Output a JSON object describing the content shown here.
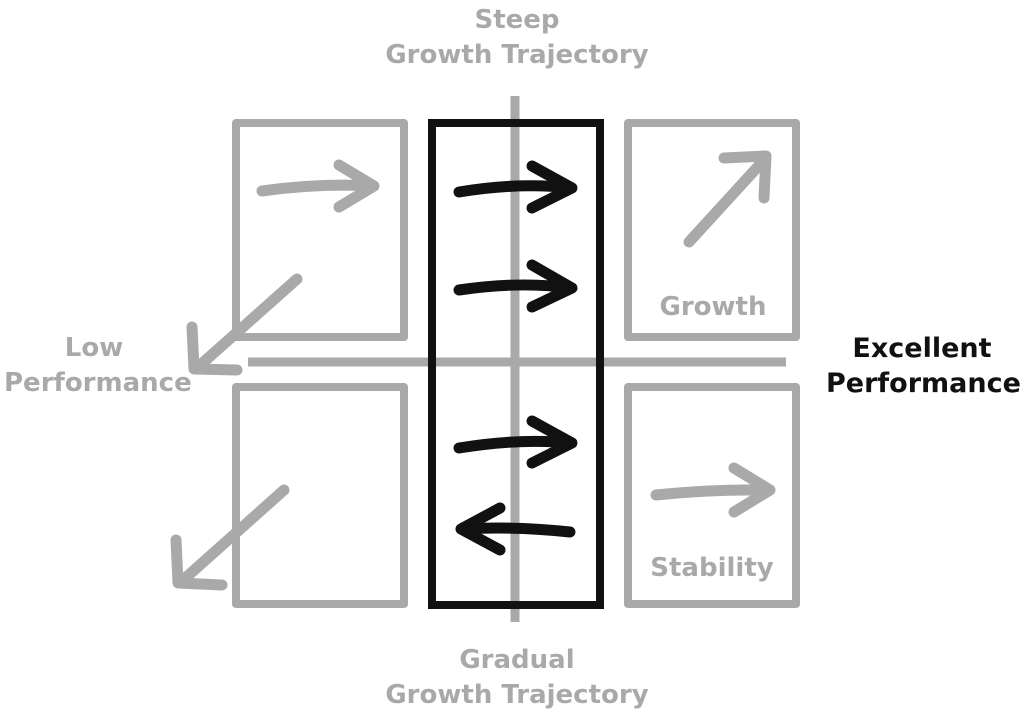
{
  "diagram": {
    "top_label": [
      "Steep",
      "Growth Trajectory"
    ],
    "bottom_label": [
      "Gradual",
      "Growth Trajectory"
    ],
    "left_label": [
      "Low",
      "Performance"
    ],
    "right_label": [
      "Excellent",
      "Performance"
    ],
    "quadrant_labels": {
      "top_right": "Growth",
      "bottom_right": "Stability"
    },
    "colors": {
      "muted": "#a9a9a9",
      "emphasis": "#111111",
      "background": "#ffffff"
    }
  }
}
